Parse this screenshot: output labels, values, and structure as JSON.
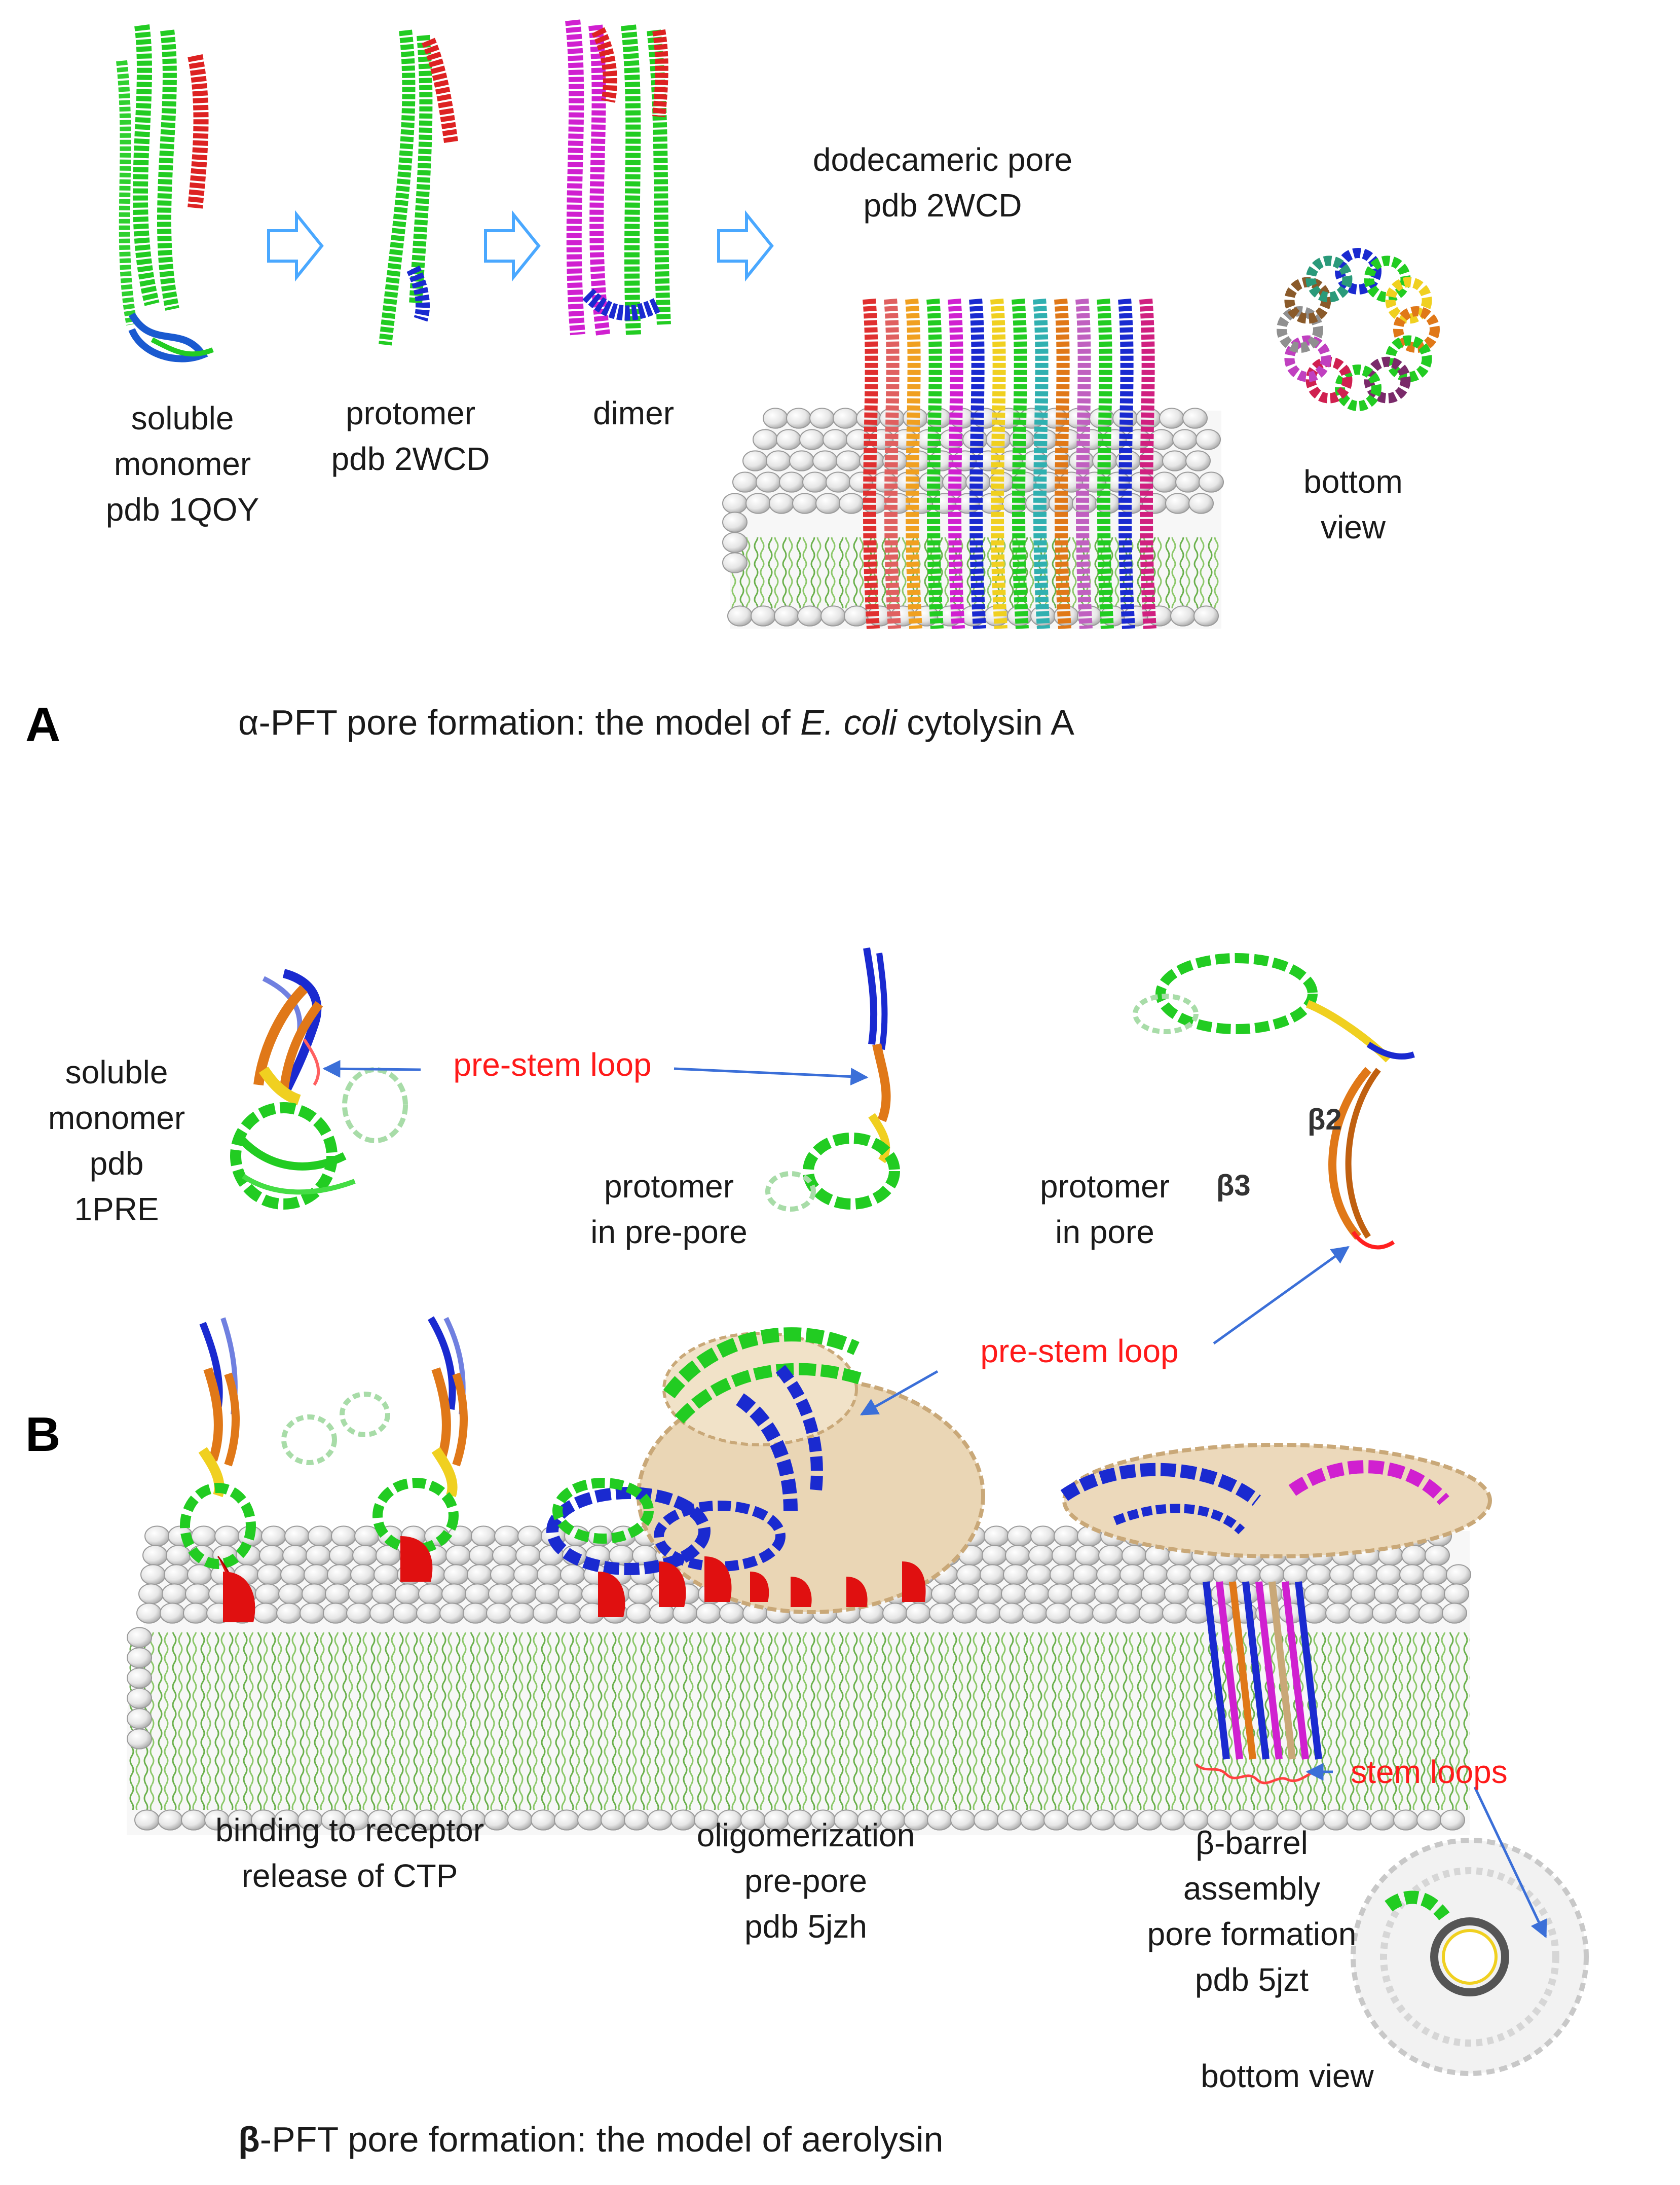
{
  "panel_a": {
    "letter": "A",
    "stage_labels": {
      "soluble_monomer": [
        "soluble",
        "monomer",
        "pdb 1QOY"
      ],
      "protomer": [
        "protomer",
        "pdb 2WCD"
      ],
      "dimer": [
        "dimer"
      ],
      "dodecameric_pore": [
        "dodecameric pore",
        "pdb 2WCD"
      ],
      "bottom_view": [
        "bottom",
        "view"
      ]
    },
    "caption": {
      "prefix": "α-PFT pore formation: the model of ",
      "organism": "E. coli",
      "suffix": " cytolysin A"
    }
  },
  "panel_b": {
    "letter": "B",
    "stage_labels": {
      "soluble_monomer": [
        "soluble",
        "monomer",
        "pdb",
        "1PRE"
      ],
      "protomer_prepore": [
        "protomer",
        "in pre-pore"
      ],
      "protomer_pore": [
        "protomer",
        "in pore"
      ],
      "binding": [
        "binding to receptor",
        "release of CTP"
      ],
      "oligomerization": [
        "oligomerization",
        "pre-pore",
        "pdb 5jzh"
      ],
      "barrel": [
        "β-barrel",
        "assembly",
        "pore formation",
        "pdb 5jzt"
      ],
      "bottom_view": "bottom view"
    },
    "annotations": {
      "pre_stem_loop_top": "pre-stem loop",
      "pre_stem_loop_mid": "pre-stem loop",
      "stem_loops": "stem loops",
      "beta2": "β2",
      "beta3": "β3"
    },
    "caption": {
      "bold": "β",
      "rest": "-PFT pore formation: the model of aerolysin"
    }
  },
  "colors": {
    "helix_green": "#22cc22",
    "helix_red": "#dd2222",
    "helix_blue": "#1a2ad0",
    "helix_magenta": "#d020d0",
    "sheet_orange": "#e07818",
    "sheet_yellow": "#f0d020",
    "wheat": "#e8c89a",
    "membrane_sphere": "#e8e8e8",
    "lipid_tail": "#6ab04c",
    "arrow_blue": "#4aa8ff",
    "annotation_red": "#ff1a1a",
    "pointer_blue": "#3b6fd8"
  }
}
